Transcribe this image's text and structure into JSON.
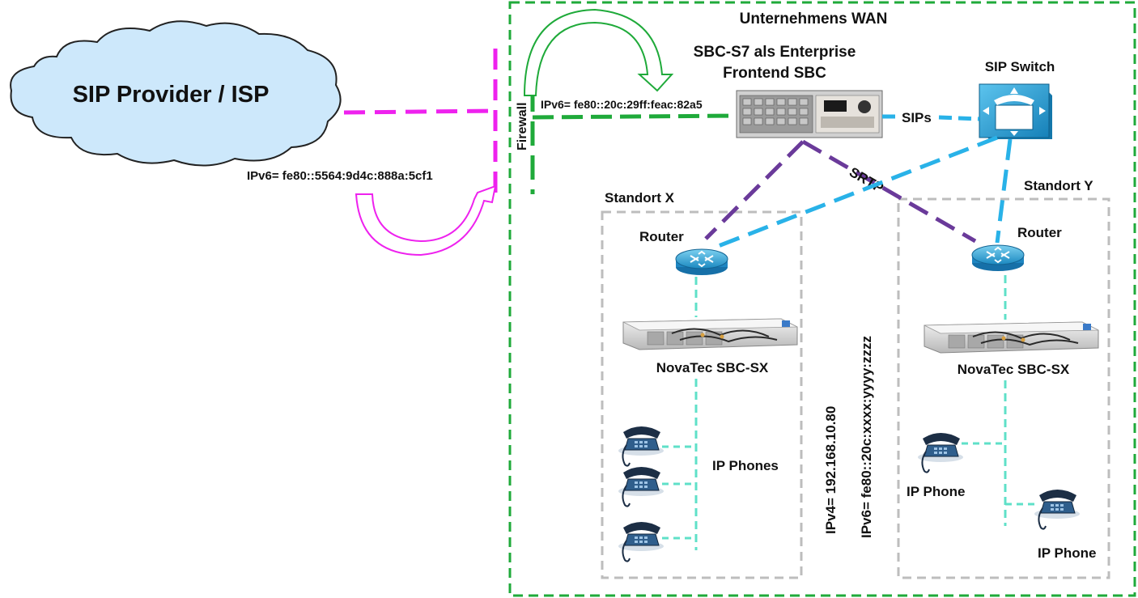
{
  "title": "Unternehmens WAN",
  "cloud": {
    "label": "SIP Provider / ISP"
  },
  "provider_ip": "IPv6= fe80::5564:9d4c:888a:5cf1",
  "firewall": {
    "label": "Firewall"
  },
  "frontend_sbc": {
    "line1": "SBC-S7 als Enterprise",
    "line2": "Frontend SBC",
    "ip": "IPv6= fe80::20c:29ff:feac:82a5"
  },
  "sip_switch": {
    "label": "SIP Switch"
  },
  "link_labels": {
    "sips": "SIPs",
    "srtp": "SRTP"
  },
  "site_x": {
    "label": "Standort X",
    "router": "Router",
    "sbc": "NovaTec SBC-SX",
    "phones": "IP Phones"
  },
  "site_y": {
    "label": "Standort Y",
    "router": "Router",
    "sbc": "NovaTec SBC-SX",
    "phone1": "IP Phone",
    "phone2": "IP Phone"
  },
  "addresses": {
    "ipv4": "IPv4= 192.168.10.80",
    "ipv6": "IPv6= fe80::20c:xxxx:yyyy:zzzz"
  },
  "colors": {
    "wan_border": "#1faa3a",
    "isp_link": "#ee22ee",
    "sip_link": "#29b2e8",
    "srtp_link": "#6a3a9a",
    "lan_link": "#5fe0c8",
    "site_border": "#bdbdbd",
    "router": "#2fa7d8",
    "cloud_fill": "#cde8fb"
  }
}
